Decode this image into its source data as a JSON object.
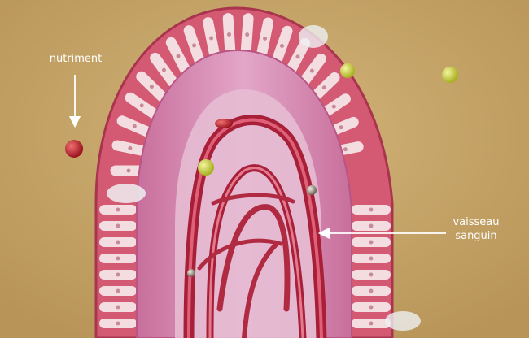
{
  "labels": {
    "nutriment": "nutriment",
    "vaisseau_line1": "vaisseau",
    "vaisseau_line2": "sanguin"
  },
  "colors": {
    "background": "#c8a86a",
    "epithelium": "#d45a74",
    "cell_fill": "#f3dde0",
    "core": "#d98fb4",
    "lumen": "#e8c4d6",
    "vessel": "#b8283f",
    "nutriment_red": "#b3202a",
    "nutriment_yellow": "#d8e040",
    "arrow": "#ffffff"
  }
}
